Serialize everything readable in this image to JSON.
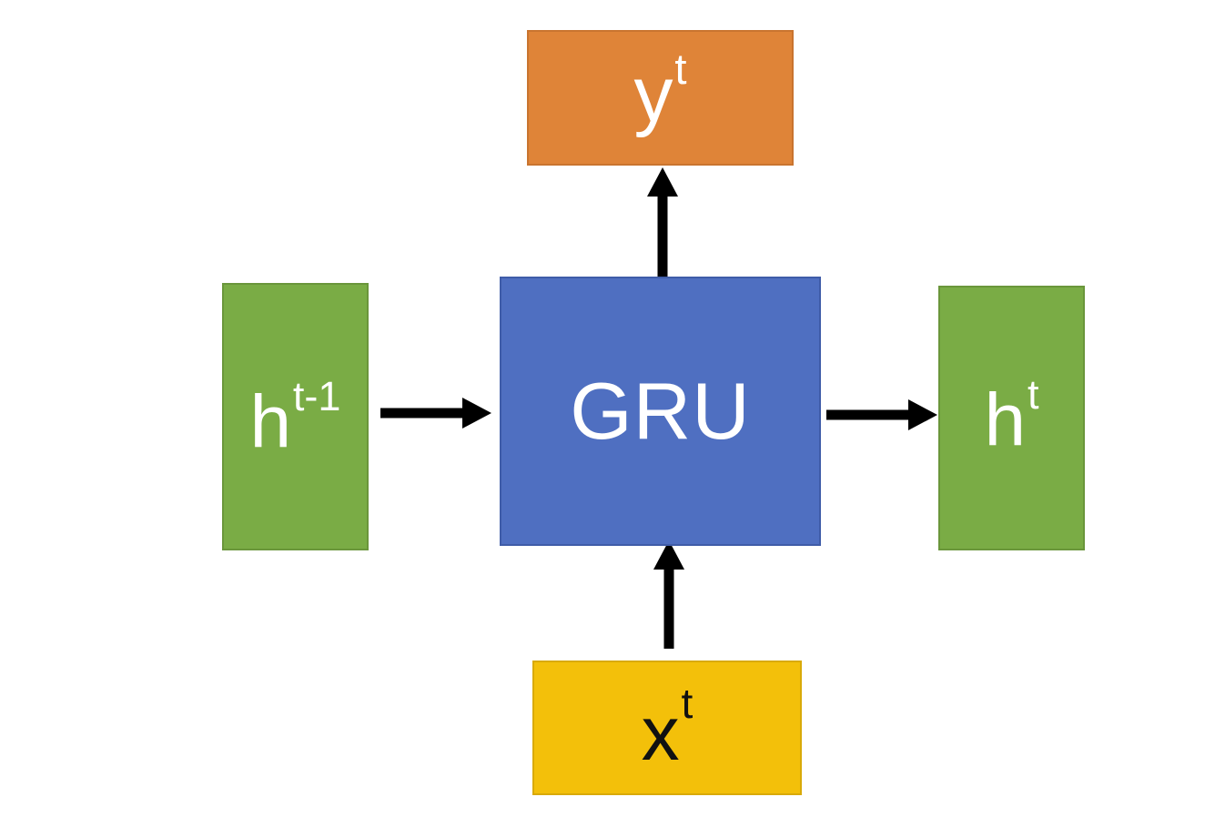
{
  "diagram": {
    "output": {
      "base": "y",
      "sup": "t"
    },
    "cell": {
      "label": "GRU"
    },
    "prev_hidden": {
      "base": "h",
      "sup": "t-1"
    },
    "next_hidden": {
      "base": "h",
      "sup": "t"
    },
    "input": {
      "base": "x",
      "sup": "t"
    }
  },
  "colors": {
    "output": "#df8438",
    "cell": "#4f6fc1",
    "hidden": "#7aac45",
    "input": "#f3c00a",
    "arrow": "#000000"
  }
}
